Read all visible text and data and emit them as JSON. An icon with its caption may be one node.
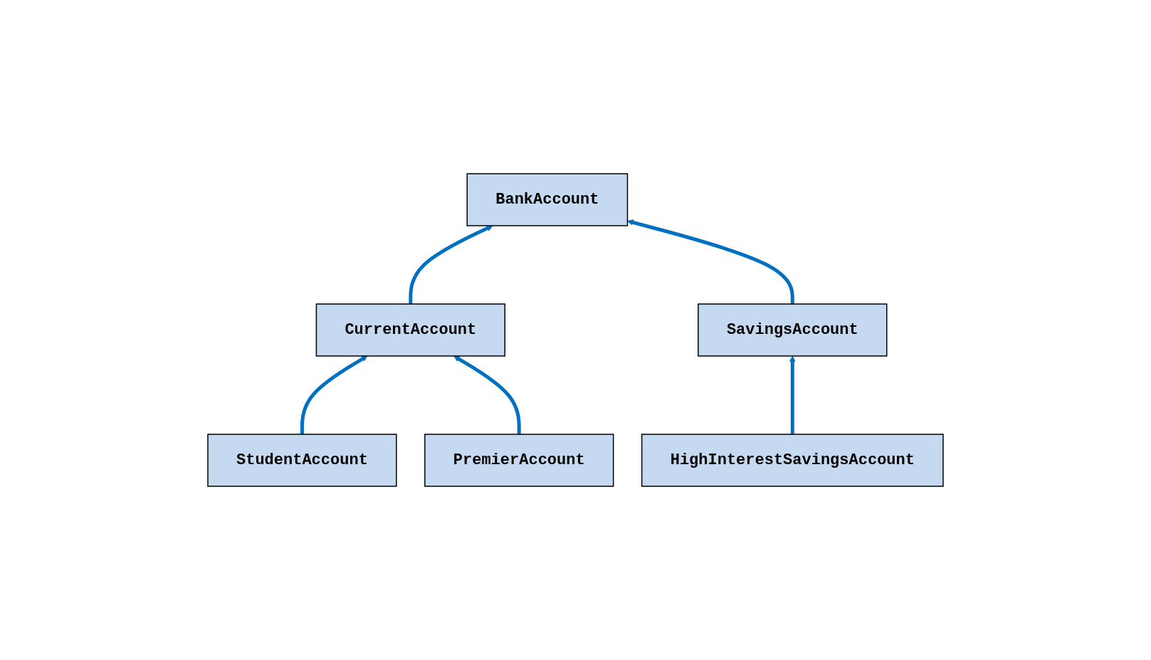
{
  "diagram": {
    "nodes": [
      {
        "text": [
          "BankAccount"
        ]
      },
      {
        "text": [
          "CurrentAccount"
        ]
      },
      {
        "text": [
          "SavingsAccount"
        ]
      },
      {
        "text": [
          "StudentAccount"
        ]
      },
      {
        "text": [
          "PremierAccount"
        ]
      },
      {
        "text": [
          "HighInterestSavingsAccount"
        ]
      }
    ],
    "edges": [
      {
        "from": 1,
        "to": 0,
        "arrow": "to"
      },
      {
        "from": 2,
        "to": 0,
        "arrow": "to"
      },
      {
        "from": 3,
        "to": 1,
        "arrow": "to"
      },
      {
        "from": 4,
        "to": 1,
        "arrow": "to"
      },
      {
        "from": 5,
        "to": 2,
        "arrow": "to"
      }
    ]
  }
}
